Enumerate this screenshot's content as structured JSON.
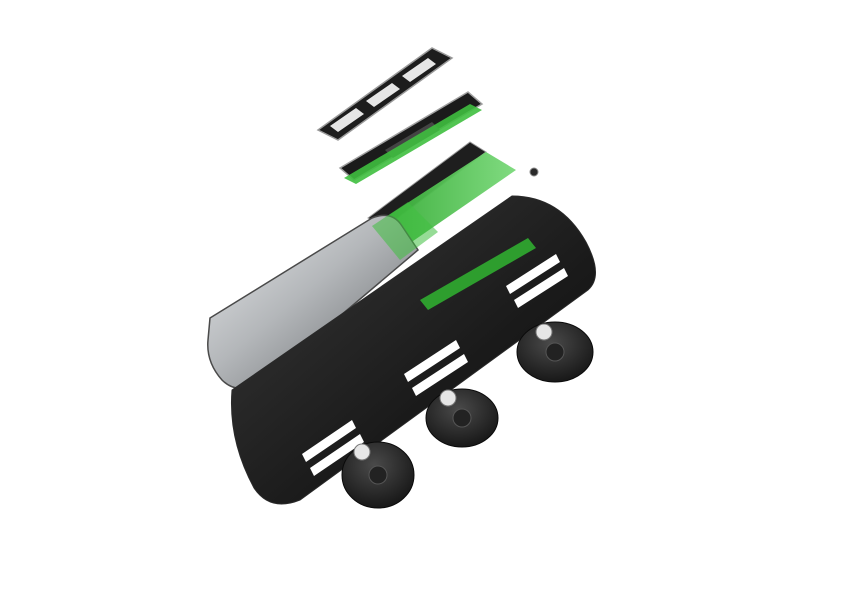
{
  "scene": {
    "description_visible_text": "",
    "colors": {
      "background": "#ffffff",
      "accent_green": "#3fbf3f",
      "body_black": "#1c1c1c",
      "shell_silver": "#b9bcbf",
      "vent_white": "#ffffff"
    },
    "parts": [
      {
        "name": "top-button-strip"
      },
      {
        "name": "middle-button-strip"
      },
      {
        "name": "green-trim-panel"
      },
      {
        "name": "silver-top-shell"
      },
      {
        "name": "black-base-housing"
      },
      {
        "name": "rubber-foot-left"
      },
      {
        "name": "rubber-foot-middle"
      },
      {
        "name": "rubber-foot-right"
      },
      {
        "name": "small-screw"
      }
    ]
  }
}
